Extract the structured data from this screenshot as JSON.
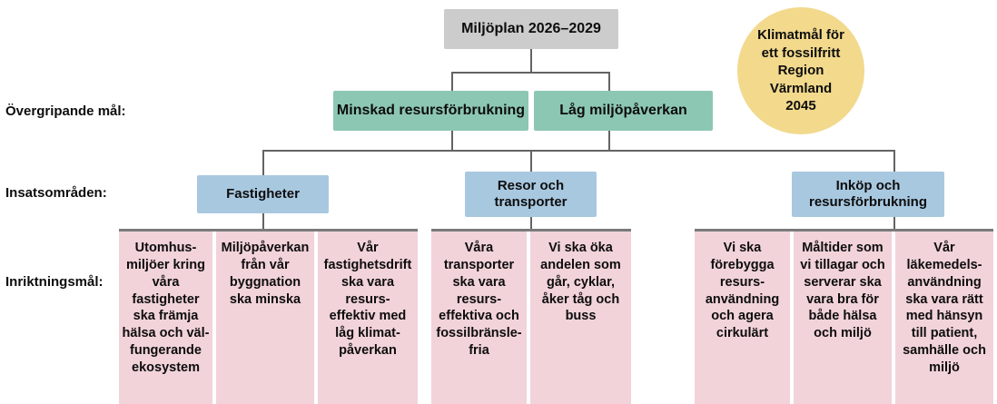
{
  "diagram": {
    "title_box": {
      "label": "Miljöplan 2026–2029",
      "color": "#cccccc"
    },
    "side_circle": {
      "label": "Klimatmål för\nett fossilfritt\nRegion\nVärmland\n2045",
      "color": "#f2d98c"
    },
    "row_labels": [
      {
        "label": "Övergripande mål:"
      },
      {
        "label": "Insatsområden:"
      },
      {
        "label": "Inriktningsmål:"
      }
    ],
    "overall_goals": {
      "color": "#8cc7b4",
      "items": [
        {
          "label": "Minskad resursförbrukning"
        },
        {
          "label": "Låg miljöpåverkan"
        }
      ]
    },
    "focus_areas": {
      "color": "#a8c8e0",
      "items": [
        {
          "label": "Fastigheter"
        },
        {
          "label": "Resor och\ntransporter"
        },
        {
          "label": "Inköp och\nresursförbrukning"
        }
      ]
    },
    "objectives": {
      "color": "#f2d3da",
      "groups": [
        {
          "area": "Fastigheter",
          "items": [
            {
              "label": "Utomhus-\nmiljöer kring\nvåra\nfastigheter\nska främja\nhälsa och väl-\nfungerande\nekosystem"
            },
            {
              "label": "Miljöpåverkan\nfrån vår\nbyggnation\nska minska"
            },
            {
              "label": "Vår\nfastighetsdrift\nska vara\nresurs-\neffektiv med\nlåg klimat-\npåverkan"
            }
          ]
        },
        {
          "area": "Resor och transporter",
          "items": [
            {
              "label": "Våra\ntransporter\nska vara\nresurs-\neffektiva och\nfossilbränsle-\nfria"
            },
            {
              "label": "Vi ska öka\nandelen som\ngår, cyklar,\nåker tåg och\nbuss"
            }
          ]
        },
        {
          "area": "Inköp och resursförbrukning",
          "items": [
            {
              "label": "Vi ska\nförebygga\nresurs-\nanvändning\noch agera\ncirkulärt"
            },
            {
              "label": "Måltider som\nvi tillagar och\nserverar ska\nvara bra för\nbåde hälsa\noch miljö"
            },
            {
              "label": "Vår\nläkemedels-\nanvändning\nska vara rätt\nmed hänsyn\ntill patient,\nsamhälle och\nmiljö"
            }
          ]
        }
      ]
    }
  }
}
